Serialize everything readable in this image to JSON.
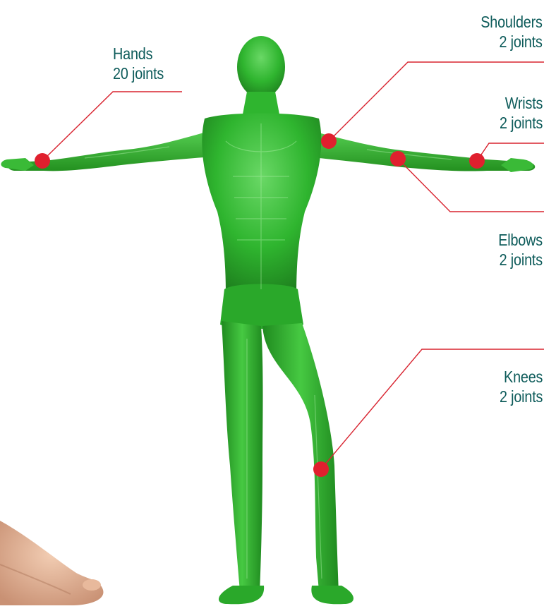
{
  "colors": {
    "body_fill": "#2fb52f",
    "body_dark": "#1c7a1c",
    "body_highlight": "#7ee07a",
    "joint_marker": "#e0202e",
    "leader_line": "#d8232f",
    "label_text": "#0d5b5a"
  },
  "figure": {
    "name": "human-body-anatomy-figure",
    "foot_photo": "bare-foot-photo"
  },
  "callouts": {
    "hands": {
      "name": "Hands",
      "count": "20 joints"
    },
    "shoulders": {
      "name": "Shoulders",
      "count": "2 joints"
    },
    "wrists": {
      "name": "Wrists",
      "count": "2 joints"
    },
    "elbows": {
      "name": "Elbows",
      "count": "2 joints"
    },
    "knees": {
      "name": "Knees",
      "count": "2 joints"
    }
  }
}
